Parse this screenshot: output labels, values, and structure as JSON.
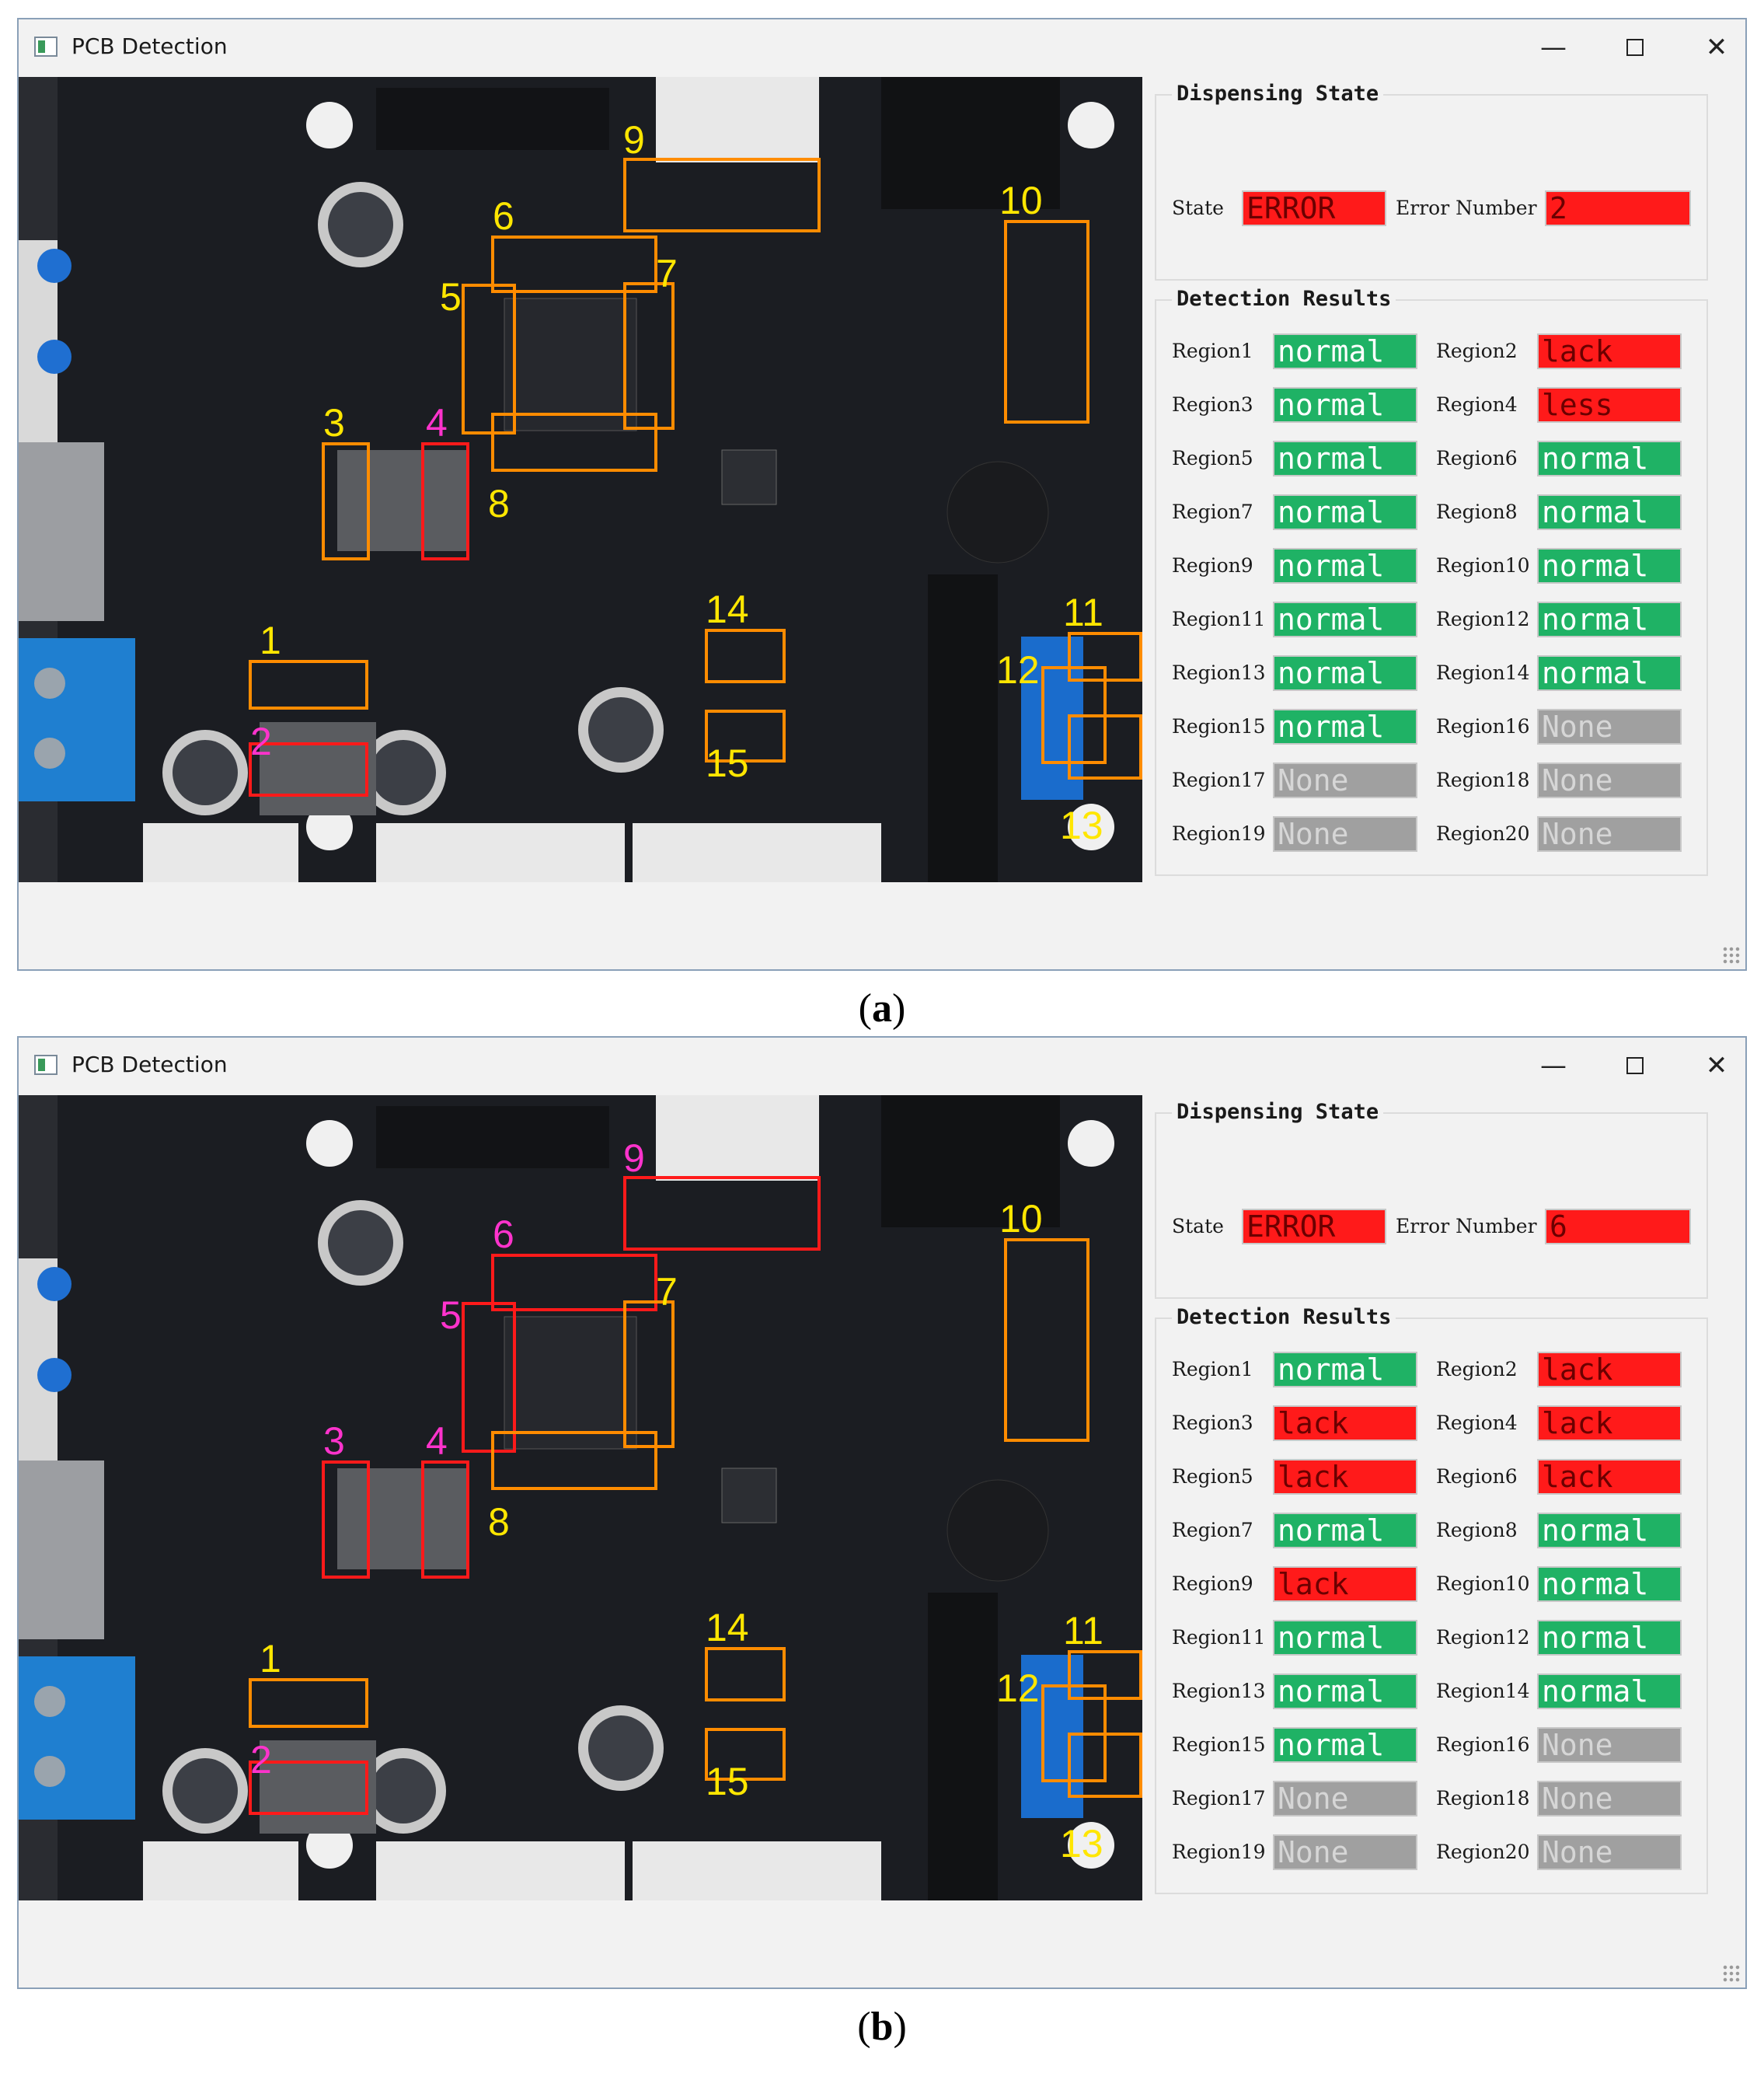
{
  "colors": {
    "normal": "#1fb265",
    "error": "#ff1a1a",
    "none": "#a0a0a0",
    "box_orange": "#ff8c00",
    "box_red": "#ff1a1a",
    "label_yellow": "#ffe600",
    "label_magenta": "#ff33cc",
    "board": "#1b1d22"
  },
  "icons": {
    "app": "pcb-app-icon",
    "minimize": "minimize-icon",
    "maximize": "maximize-icon",
    "close": "close-icon"
  },
  "window_a": {
    "title": "PCB Detection",
    "minimize": "—",
    "close": "✕",
    "state_group": "Dispensing State",
    "state_label": "State",
    "state_value": "ERROR",
    "error_label": "Error Number",
    "error_value": "2",
    "results_group": "Detection Results",
    "regions": [
      {
        "label": "Region1",
        "value": "normal"
      },
      {
        "label": "Region2",
        "value": "lack"
      },
      {
        "label": "Region3",
        "value": "normal"
      },
      {
        "label": "Region4",
        "value": "less"
      },
      {
        "label": "Region5",
        "value": "normal"
      },
      {
        "label": "Region6",
        "value": "normal"
      },
      {
        "label": "Region7",
        "value": "normal"
      },
      {
        "label": "Region8",
        "value": "normal"
      },
      {
        "label": "Region9",
        "value": "normal"
      },
      {
        "label": "Region10",
        "value": "normal"
      },
      {
        "label": "Region11",
        "value": "normal"
      },
      {
        "label": "Region12",
        "value": "normal"
      },
      {
        "label": "Region13",
        "value": "normal"
      },
      {
        "label": "Region14",
        "value": "normal"
      },
      {
        "label": "Region15",
        "value": "normal"
      },
      {
        "label": "Region16",
        "value": "None"
      },
      {
        "label": "Region17",
        "value": "None"
      },
      {
        "label": "Region18",
        "value": "None"
      },
      {
        "label": "Region19",
        "value": "None"
      },
      {
        "label": "Region20",
        "value": "None"
      }
    ],
    "region_boxes": [
      {
        "label": "1",
        "status": "ok"
      },
      {
        "label": "2",
        "status": "err"
      },
      {
        "label": "3",
        "status": "ok"
      },
      {
        "label": "4",
        "status": "err"
      },
      {
        "label": "5",
        "status": "ok"
      },
      {
        "label": "6",
        "status": "ok"
      },
      {
        "label": "7",
        "status": "ok"
      },
      {
        "label": "8",
        "status": "ok"
      },
      {
        "label": "9",
        "status": "ok"
      },
      {
        "label": "10",
        "status": "ok"
      },
      {
        "label": "11",
        "status": "ok"
      },
      {
        "label": "12",
        "status": "ok"
      },
      {
        "label": "13",
        "status": "ok"
      },
      {
        "label": "14",
        "status": "ok"
      },
      {
        "label": "15",
        "status": "ok"
      }
    ]
  },
  "window_b": {
    "title": "PCB Detection",
    "minimize": "—",
    "close": "✕",
    "state_group": "Dispensing State",
    "state_label": "State",
    "state_value": "ERROR",
    "error_label": "Error Number",
    "error_value": "6",
    "results_group": "Detection Results",
    "regions": [
      {
        "label": "Region1",
        "value": "normal"
      },
      {
        "label": "Region2",
        "value": "lack"
      },
      {
        "label": "Region3",
        "value": "lack"
      },
      {
        "label": "Region4",
        "value": "lack"
      },
      {
        "label": "Region5",
        "value": "lack"
      },
      {
        "label": "Region6",
        "value": "lack"
      },
      {
        "label": "Region7",
        "value": "normal"
      },
      {
        "label": "Region8",
        "value": "normal"
      },
      {
        "label": "Region9",
        "value": "lack"
      },
      {
        "label": "Region10",
        "value": "normal"
      },
      {
        "label": "Region11",
        "value": "normal"
      },
      {
        "label": "Region12",
        "value": "normal"
      },
      {
        "label": "Region13",
        "value": "normal"
      },
      {
        "label": "Region14",
        "value": "normal"
      },
      {
        "label": "Region15",
        "value": "normal"
      },
      {
        "label": "Region16",
        "value": "None"
      },
      {
        "label": "Region17",
        "value": "None"
      },
      {
        "label": "Region18",
        "value": "None"
      },
      {
        "label": "Region19",
        "value": "None"
      },
      {
        "label": "Region20",
        "value": "None"
      }
    ],
    "region_boxes": [
      {
        "label": "1",
        "status": "ok"
      },
      {
        "label": "2",
        "status": "err"
      },
      {
        "label": "3",
        "status": "err"
      },
      {
        "label": "4",
        "status": "err"
      },
      {
        "label": "5",
        "status": "err"
      },
      {
        "label": "6",
        "status": "err"
      },
      {
        "label": "7",
        "status": "ok"
      },
      {
        "label": "8",
        "status": "ok"
      },
      {
        "label": "9",
        "status": "err"
      },
      {
        "label": "10",
        "status": "ok"
      },
      {
        "label": "11",
        "status": "ok"
      },
      {
        "label": "12",
        "status": "ok"
      },
      {
        "label": "13",
        "status": "ok"
      },
      {
        "label": "14",
        "status": "ok"
      },
      {
        "label": "15",
        "status": "ok"
      }
    ]
  },
  "captions": {
    "a": "a",
    "b": "b"
  }
}
